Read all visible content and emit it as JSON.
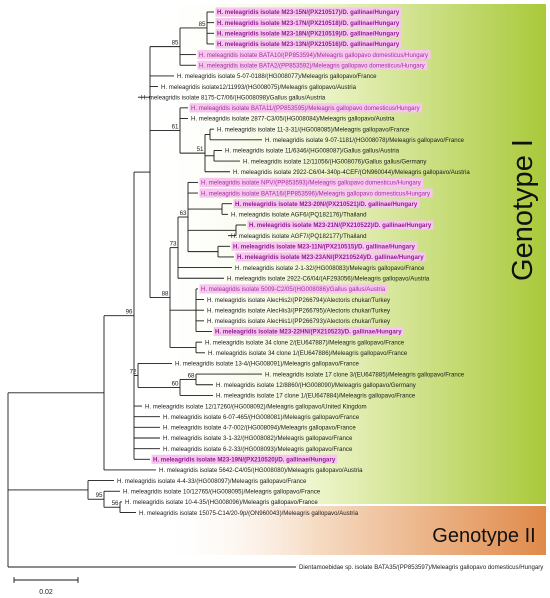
{
  "tree": {
    "genotypes": [
      {
        "label": "Genotype I",
        "band_color": "#a9c93a"
      },
      {
        "label": "Genotype II",
        "band_color": "#e08a4a"
      }
    ],
    "scale_bar": "0.02",
    "highlight_color": "#f6c6ef",
    "leaves": [
      {
        "label": "H. meleagridis isolate M23-15N/(PX210517)/D. gallinae/Hungary",
        "style": "new"
      },
      {
        "label": "H. meleagridis isolate M23-17N/(PX210518)/D. gallinae/Hungary",
        "style": "new"
      },
      {
        "label": "H. meleagridis isolate M23-18N/(PX210519)/D. gallinae/Hungary",
        "style": "new"
      },
      {
        "label": "H. meleagridis isolate M23-13N/(PX210516)/D. gallinae/Hungary",
        "style": "new"
      },
      {
        "label": "H. meleagridis isolate BATA10/(PP853594)/Meleagris gallopavo domesticus/Hungary",
        "style": "pub"
      },
      {
        "label": "H. meleagridis isolate BATA2/(PP853592)/Meleagris gallopavo domesticus/Hungary",
        "style": "pub"
      },
      {
        "label": "H. meleagridis isolate 5-07-0188/(HG008077)/Meleagris gallopavo/France",
        "style": "plain"
      },
      {
        "label": "H. meleagridis isolate12/11993/(HG008075)/Meleagris gallopavo/Austria",
        "style": "plain"
      },
      {
        "label": "H. meleagridis isolate 8175-C7/06/(HG008098)/Gallus gallus/Austria",
        "style": "plain"
      },
      {
        "label": "H. meleagridis isolate BATA11/(PP853595)/Meleagris gallopavo domesticus/Hungary",
        "style": "pub"
      },
      {
        "label": "H. meleagridis isolate 2877-C3/05/(HG008084)/Meleagris gallopavo/Austria",
        "style": "plain"
      },
      {
        "label": "H. meleagridis isolate 11-3-31/(HG008085)/Meleagris gallopavo/France",
        "style": "plain"
      },
      {
        "label": "H. meleagridis isolate 9-07-1181/(HG008078)/Meleagris gallopavo/France",
        "style": "plain"
      },
      {
        "label": "H. meleagridis isolate 11/6346/(HG008087)/Gallus gallus/Austria",
        "style": "plain"
      },
      {
        "label": "H. meleagridis isolate 12/11056/(HG008076)/Gallus gallus/Germany",
        "style": "plain"
      },
      {
        "label": "H. meleagridis isolate 2922-C6/04-340p-4CEF/(ON960044)/Meleagris gallopavo/Austria",
        "style": "plain"
      },
      {
        "label": "H. meleagridis isolate NPV/(PP853593)/Meleagris gallopavo domesticus/Hungary",
        "style": "pub"
      },
      {
        "label": "H. meleagridis isolate BATA16/(PP853596)/Meleagris gallopavo domesticus/Hungary",
        "style": "pub"
      },
      {
        "label": "H. meleagridis isolate M23-20N/(PX210521)/D. gallinae/Hungary",
        "style": "new"
      },
      {
        "label": "H. meleagridis isolate AGF6/(PQ182176)/Thailand",
        "style": "plain"
      },
      {
        "label": "H. meleagridis isolate M23-21N/(PX210522)/D. gallinae/Hungary",
        "style": "new"
      },
      {
        "label": "H. meleagridis isolate AGF7/(PQ182177)/Thailand",
        "style": "plain"
      },
      {
        "label": "H. meleagridis isolate M23-11N/(PX210515)/D. gallinae/Hungary",
        "style": "new"
      },
      {
        "label": "H. meleagridis isolate M23-23AN/(PX210524)/D. gallinae/Hungary",
        "style": "new"
      },
      {
        "label": "H. meleagridis isolate 2-1-32/(HG008083)/Meleagris gallopavo/France",
        "style": "plain"
      },
      {
        "label": "H. meleagridis isolate 2922-C6/04/(AF293056)/Meleagris gallopavo/Austria",
        "style": "plain"
      },
      {
        "label": "H. meleagridis isolate 5009-C2/05/(HG008086)/Gallus gallus/Austria",
        "style": "pub"
      },
      {
        "label": "H. meleagridis isolate AlecHis2/(PP266794)/Alectoris chukar/Turkey",
        "style": "plain"
      },
      {
        "label": "H. meleagridis isolate AlecHis3/(PP266795)/Alectoris chukar/Turkey",
        "style": "plain"
      },
      {
        "label": "H. meleagridis isolate AlecHis1/(PP266793)/Alectoris chukar/Turkey",
        "style": "plain"
      },
      {
        "label": "H. meleagridis isolate M23-22HN/(PX210523)/D. gallinae/Hungary",
        "style": "new"
      },
      {
        "label": "H. meleagridis isolate 34 clone 2/(EU647887)/Meleagris gallopavo/France",
        "style": "plain"
      },
      {
        "label": "H. meleagridis isolate 34 clone 1/(EU647886)/Meleagris gallopavo/France",
        "style": "plain"
      },
      {
        "label": "H. meleagridis isolate 13-4/(HG008091)/Meleagris gallopavo/France",
        "style": "plain"
      },
      {
        "label": "H. meleagridis isolate 17 clone 3/(EU647885)/Meleagris gallopavo/France",
        "style": "plain"
      },
      {
        "label": "H. meleagridis isolate 12/8860/(HG008090)/Meleagris gallopavo/Germany",
        "style": "plain"
      },
      {
        "label": "H. meleagridis isolate 17 clone 1/(EU647884)/Meleagris gallopavo/France",
        "style": "plain"
      },
      {
        "label": "H. meleagridis isolate 12/17260/(HG008092)/Meleagris gallopavo/United Kingdom",
        "style": "plain"
      },
      {
        "label": "H. meleagridis isolate 6-07-465/(HG008081)/Meleagris gallopavo/France",
        "style": "plain"
      },
      {
        "label": "H. meleagridis isolate 4-7-002/(HG008094)/Meleagris gallopavo/France",
        "style": "plain"
      },
      {
        "label": "H. meleagridis isolate 3-1-32/(HG008082)/Meleagris gallopavo/France",
        "style": "plain"
      },
      {
        "label": "H. meleagridis isolate 6-2-33/(HG008093)/Meleagris gallopavo/France",
        "style": "plain"
      },
      {
        "label": "H. meleagridis isolate M23-19N/(PX210520)/D. gallinae/Hungary",
        "style": "new"
      },
      {
        "label": "H. meleagridis isolate 5642-C4/05/(HG008080)/Meleagris gallopavo/Austria",
        "style": "plain"
      },
      {
        "label": "H. meleagridis isolate 4-4-33/(HG008097)/Meleagris gallopavo/France",
        "style": "plain"
      },
      {
        "label": "H. meleagridis isolate 10/12765/(HG008095)/Meleagris gallopavo/France",
        "style": "plain"
      },
      {
        "label": "H. meleagridis isolate 10-4-35/(HG008096)/Meleagris gallopavo/France",
        "style": "plain"
      },
      {
        "label": "H. meleagridis isolate 15075-C14/20-9p/(ON960043)/Meleagris gallopavo/Austria",
        "style": "plain"
      },
      {
        "label": "Dientamoebidae sp. isolate BATA35/(PP853597)/Meleagris gallopavo domesticus/Hungary",
        "style": "plain"
      }
    ],
    "bootstrap": [
      {
        "value": "85"
      },
      {
        "value": "85"
      },
      {
        "value": "51"
      },
      {
        "value": "61"
      },
      {
        "value": "63"
      },
      {
        "value": "73"
      },
      {
        "value": "88"
      },
      {
        "value": "68"
      },
      {
        "value": "60"
      },
      {
        "value": "72"
      },
      {
        "value": "96"
      },
      {
        "value": "95"
      },
      {
        "value": "56"
      }
    ]
  }
}
